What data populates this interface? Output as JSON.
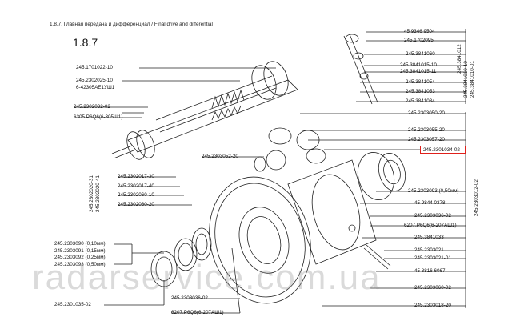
{
  "header": {
    "title": "1.8.7. Главная передача и дифференциал / Final drive and differential"
  },
  "section_number": "1.8.7",
  "labels_left": [
    "245.1701022-10",
    "245.2302025-10",
    "6-42305АЕ1УШ1",
    "245.2302032-02",
    "6305.Р6Q6(6-305Ш1)",
    "245.2303052-20",
    "245.2302017-30",
    "245.2302017-40",
    "245.2302060-10",
    "245.2302060-20",
    "245.2303090 (0,10мм)",
    "245.2303091 (0,15мм)",
    "245.2303092 (0,25мм)",
    "245.2303093 (0,50мм)",
    "245.2301035-02",
    "245.2303036-02",
    "6207.Р6Q6(6-207АШ1)"
  ],
  "labels_right": [
    "45 9346 9504",
    "245.1702095",
    "245.3841060",
    "245.3841015-10",
    "245.3841015-11",
    "245.3841054",
    "245.3841053",
    "245.3841034",
    "245.2303050-20",
    "245.2303055-20",
    "245.2303057-20",
    "245.2303093 (0,50мм)",
    "45 9844 0378",
    "245.2303036-02",
    "6207.Р6Q6(6-207АШ1)",
    "245.3841033",
    "245.2303021",
    "245.2303021-01",
    "45 8816 6067",
    "245.2303060-02",
    "245.2303018-20"
  ],
  "highlighted_part": "245.2301034-02",
  "vertical_labels": [
    "245.3841012",
    "245.3841010-10",
    "245.3841010-01",
    "245.2302020-41",
    "245.2302020-31",
    "245.2303012-02"
  ],
  "watermark": "radarservice.com.ua",
  "colors": {
    "highlight": "#e0201b",
    "line": "#222222",
    "text": "#111111"
  }
}
